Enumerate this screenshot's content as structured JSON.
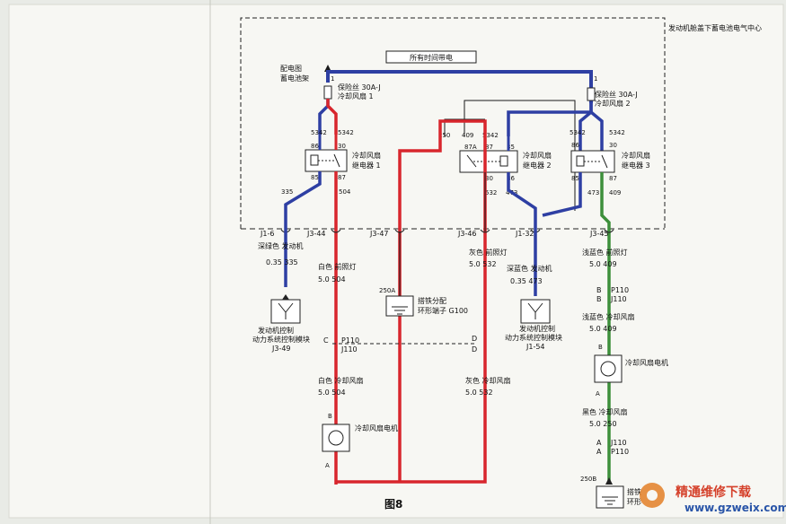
{
  "header": {
    "box_title": "发动机舱盖下蓄电池电气中心",
    "hot_label": "所有时间带电",
    "battery_l1": "配电图",
    "battery_l2": "蓄电池架",
    "figure_caption": "图8"
  },
  "fuses": [
    {
      "l1": "保险丝 30A-J",
      "l2": "冷却风扇 1",
      "pin": "1"
    },
    {
      "l1": "保险丝 30A-J",
      "l2": "冷却风扇 2",
      "pin": "1"
    }
  ],
  "relays": [
    {
      "l1": "冷却风扇",
      "l2": "继电器 1",
      "p86": "86",
      "p30": "30",
      "p85": "85",
      "p87": "87",
      "c_top_l": "5342",
      "c_top_r": "5342",
      "c_bot_l": "335",
      "c_bot_r": "504"
    },
    {
      "l1": "冷却风扇",
      "l2": "继电器 2",
      "p87a": "87A",
      "p87": "87",
      "p85": "85",
      "p30": "30",
      "p86": "86",
      "c_top_a": "250",
      "c_top_b": "409",
      "c_top_c": "5342",
      "c_bot_a": "532",
      "c_bot_b": "473"
    },
    {
      "l1": "冷却风扇",
      "l2": "继电器 3",
      "p86": "86",
      "p30": "30",
      "p85": "85",
      "p87": "87",
      "c_top_l": "5342",
      "c_top_r": "5342",
      "c_bot_l": "473",
      "c_bot_r": "409"
    }
  ],
  "connectors": [
    {
      "id": "J1-6",
      "desc": "深绿色 发动机",
      "wire": "0.35 335"
    },
    {
      "id": "J3-44",
      "desc": "白色 前照灯",
      "wire": "5.0 504"
    },
    {
      "id": "J3-47",
      "desc": "",
      "wire": ""
    },
    {
      "id": "J3-46",
      "desc": "灰色 前照灯",
      "wire": "5.0 532"
    },
    {
      "id": "J1-32",
      "desc": "深蓝色 发动机",
      "wire": "0.35 473"
    },
    {
      "id": "J3-45",
      "desc": "浅蓝色 前照灯",
      "wire": "5.0 409"
    }
  ],
  "modules": [
    {
      "l1": "发动机控制",
      "l2": "动力系统控制模块",
      "pin": "J3-49"
    },
    {
      "l1": "发动机控制",
      "l2": "动力系统控制模块",
      "pin": "J1-54"
    }
  ],
  "ground_mid": {
    "code": "250A",
    "l1": "搭铁分配",
    "l2": "环形端子 G100"
  },
  "ground_right": {
    "code": "250B",
    "l1": "搭铁",
    "l2": "环形"
  },
  "inline": {
    "p110_c": "P110",
    "j110_c": "J110",
    "c_pin": "C",
    "d_pin": "D",
    "p110_b": "P110",
    "j110_b": "J110",
    "b_pin": "B",
    "j110_a": "J110",
    "p110_a": "P110",
    "a_pin": "A"
  },
  "left_lower": {
    "desc": "白色 冷却风扇",
    "wire": "5.0 504",
    "motor": "冷却风扇电机",
    "pin_b": "B",
    "pin_a": "A"
  },
  "mid_lower": {
    "desc": "灰色 冷却风扇",
    "wire": "5.0 532"
  },
  "right_lower": {
    "desc1": "浅蓝色 冷却风扇",
    "wire1": "5.0 409",
    "motor": "冷却风扇电机",
    "pin_b": "B",
    "pin_a": "A",
    "desc2": "黑色 冷却风扇",
    "wire2": "5.0 250"
  },
  "watermark": {
    "text": "精通维修下载",
    "url": "www.gzweix.com"
  },
  "colors": {
    "red": "#d8262d",
    "blue": "#2e3fa3",
    "green": "#3d8f3b",
    "black": "#1a1a1a"
  }
}
